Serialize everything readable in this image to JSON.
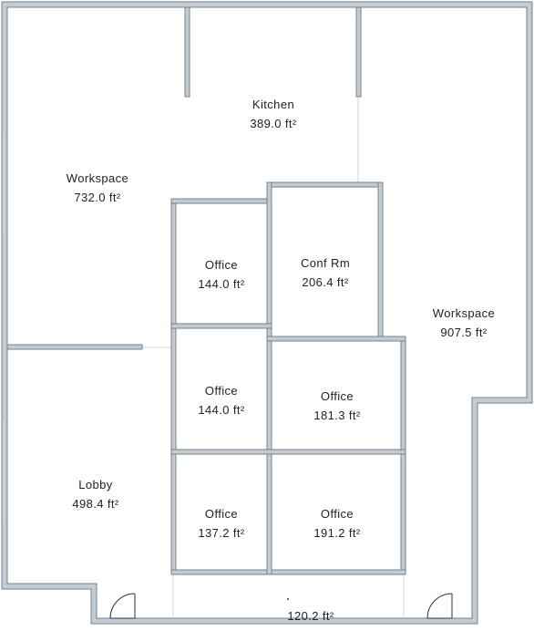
{
  "floorplan": {
    "wall_color": "#c3cbd3",
    "wall_outline": "#77818b",
    "rooms": [
      {
        "id": "kitchen",
        "name": "Kitchen",
        "area": "389.0 ft²"
      },
      {
        "id": "workspace-left",
        "name": "Workspace",
        "area": "732.0 ft²"
      },
      {
        "id": "office-1",
        "name": "Office",
        "area": "144.0 ft²"
      },
      {
        "id": "conf-rm",
        "name": "Conf Rm",
        "area": "206.4 ft²"
      },
      {
        "id": "workspace-right",
        "name": "Workspace",
        "area": "907.5 ft²"
      },
      {
        "id": "office-2",
        "name": "Office",
        "area": "144.0 ft²"
      },
      {
        "id": "office-3",
        "name": "Office",
        "area": "181.3 ft²"
      },
      {
        "id": "lobby",
        "name": "Lobby",
        "area": "498.4 ft²"
      },
      {
        "id": "office-4",
        "name": "Office",
        "area": "137.2 ft²"
      },
      {
        "id": "office-5",
        "name": "Office",
        "area": "191.2 ft²"
      },
      {
        "id": "corridor",
        "name": "",
        "area": "120.2 ft²"
      }
    ],
    "doors": [
      {
        "id": "door-left"
      },
      {
        "id": "door-right"
      }
    ]
  }
}
